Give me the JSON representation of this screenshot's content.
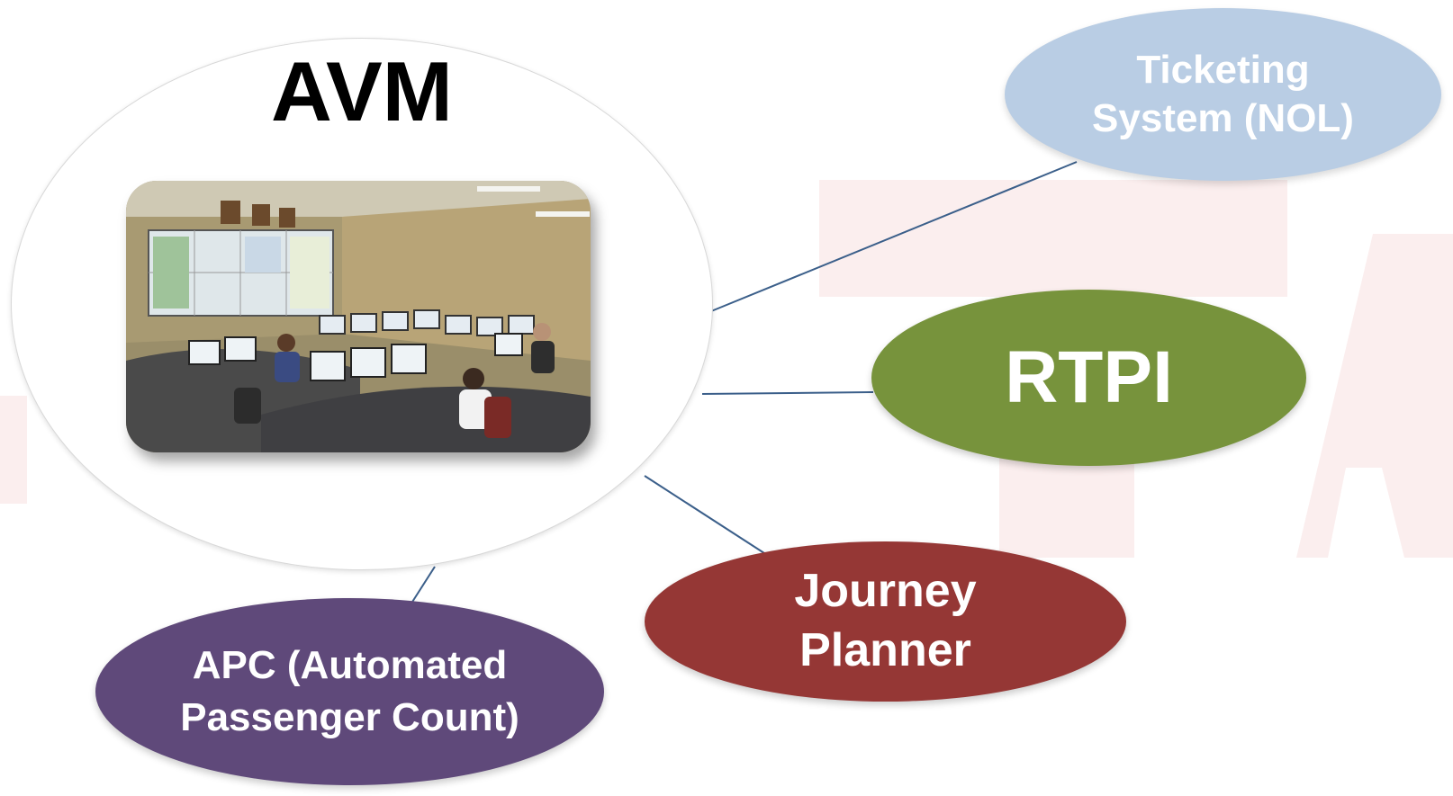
{
  "diagram": {
    "center_node": {
      "title": "AVM"
    },
    "nodes": [
      {
        "id": "ticketing",
        "lines": [
          "Ticketing",
          "System (NOL)"
        ],
        "color": "#b9cde4"
      },
      {
        "id": "rtpi",
        "lines": [
          "RTPI"
        ],
        "color": "#77933c"
      },
      {
        "id": "journey",
        "lines": [
          "Journey",
          "Planner"
        ],
        "color": "#953735"
      },
      {
        "id": "apc",
        "lines": [
          "APC (Automated",
          "Passenger Count)"
        ],
        "color": "#5f497a"
      }
    ],
    "connector_color": "#3b5f8a",
    "background_mark_color": "#fbeeee"
  }
}
